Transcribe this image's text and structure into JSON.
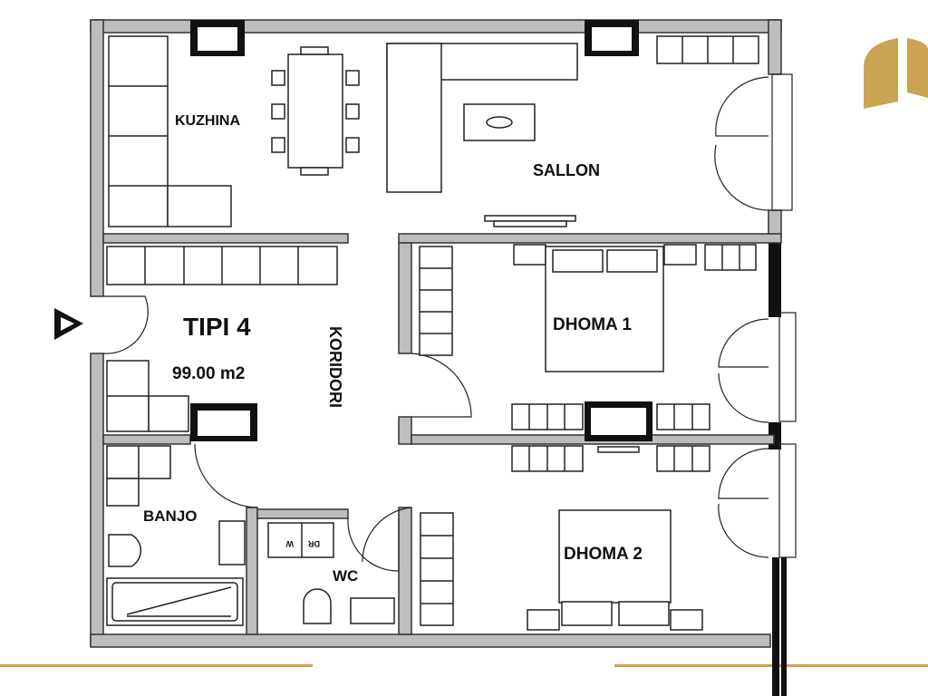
{
  "plan": {
    "type_label": "TIPI 4",
    "area": "99.00 m2",
    "rooms": {
      "kitchen": "KUZHINA",
      "living": "SALLON",
      "corridor": "KORIDORI",
      "bedroom1": "DHOMA 1",
      "bedroom2": "DHOMA 2",
      "bathroom": "BANJO",
      "wc": "WC"
    },
    "appliances": {
      "washer": "W",
      "dryer": "DR"
    }
  },
  "colors": {
    "accent": "#c9a452",
    "wall": "#bdbdbd"
  }
}
